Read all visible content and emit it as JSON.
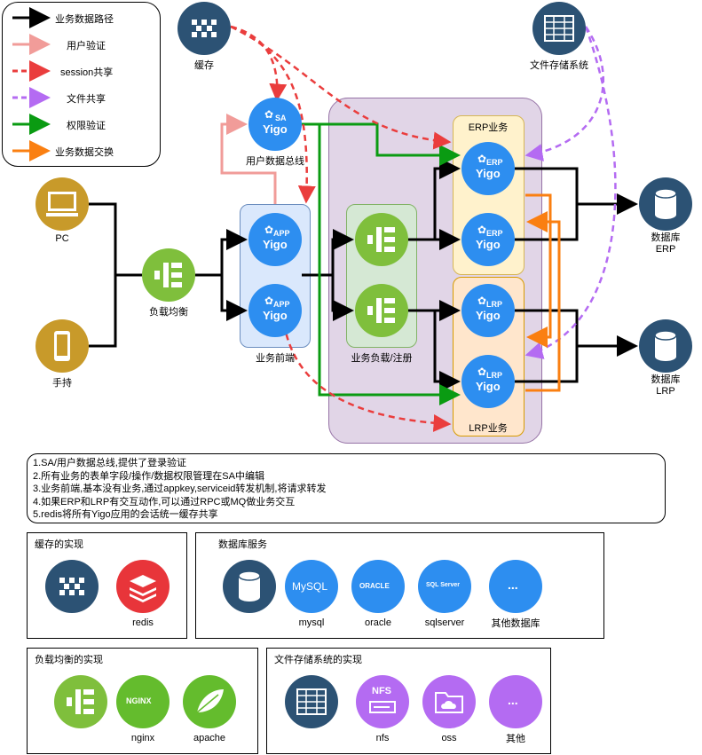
{
  "legend": {
    "items": [
      {
        "label": "业务数据路径",
        "color": "#000000",
        "dashed": false
      },
      {
        "label": "用户验证",
        "color": "#f19c99",
        "dashed": false
      },
      {
        "label": "session共享",
        "color": "#ea3d3d",
        "dashed": true
      },
      {
        "label": "文件共享",
        "color": "#b46bf2",
        "dashed": true
      },
      {
        "label": "权限验证",
        "color": "#0a9b12",
        "dashed": false
      },
      {
        "label": "业务数据交换",
        "color": "#fa7f11",
        "dashed": false
      }
    ]
  },
  "nodes": {
    "cache": "缓存",
    "file_storage": "文件存储系统",
    "sa_text": "SA",
    "sa_label": "用户数据总线",
    "pc": "PC",
    "mobile": "手持",
    "load_balancer": "负载均衡",
    "app_text": "APP",
    "frontend": "业务前端",
    "biz_lb": "业务负载/注册",
    "erp_group": "ERP业务",
    "lrp_group": "LRP业务",
    "erp_text": "ERP",
    "lrp_text": "LRP",
    "yigo": "Yigo",
    "db_erp": "数据库\nERP",
    "db_lrp": "数据库\nLRP"
  },
  "notes": [
    "1.SA/用户数据总线,提供了登录验证",
    "2.所有业务的表单字段/操作/数据权限管理在SA中编辑",
    "3.业务前端,基本没有业务,通过appkey,serviceid转发机制,将请求转发",
    "4.如果ERP和LRP有交互动作,可以通过RPC或MQ做业务交互",
    "5.redis将所有Yigo应用的会话统一缓存共享"
  ],
  "panels": {
    "cache_impl": {
      "title": "缓存的实现",
      "items": [
        "redis"
      ]
    },
    "db_service": {
      "title": "数据库服务",
      "items": [
        "mysql",
        "oracle",
        "sqlserver",
        "其他数据库"
      ],
      "icon_text": [
        "MySQL",
        "ORACLE",
        "SQL Server",
        "..."
      ]
    },
    "lb_impl": {
      "title": "负载均衡的实现",
      "items": [
        "nginx",
        "apache"
      ],
      "icon_text": [
        "NGINX"
      ]
    },
    "fs_impl": {
      "title": "文件存储系统的实现",
      "items": [
        "nfs",
        "oss",
        "其他"
      ],
      "icon_text": [
        "NFS",
        "..."
      ]
    }
  },
  "colors": {
    "navy": "#2c5274",
    "blue": "#2d8ef0",
    "green": "#7fbf3c",
    "gold": "#c89a2a",
    "purple": "#b46bf2",
    "red": "#ea3d3d",
    "black_path": "#000000",
    "auth_green": "#0a9b12",
    "exchange_orange": "#fa7f11",
    "user_auth_pink": "#f19c99"
  }
}
